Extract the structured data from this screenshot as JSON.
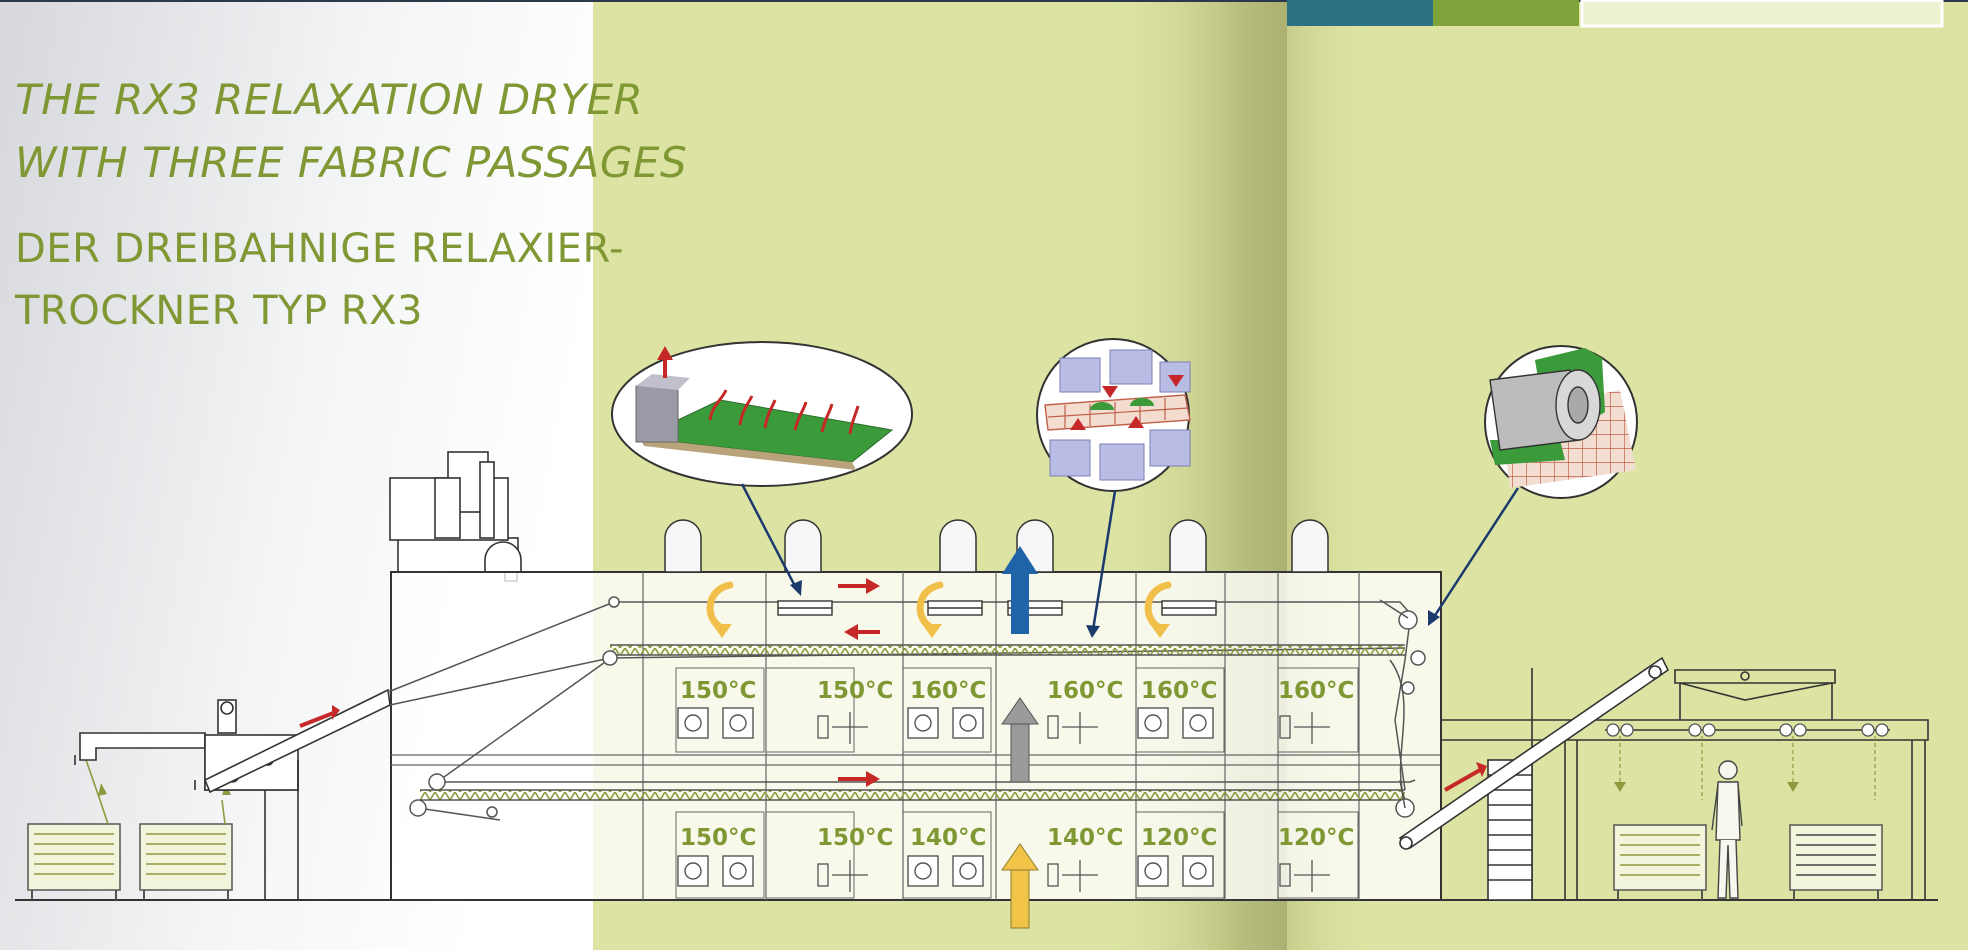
{
  "title_en": [
    "THE RX3 RELAXATION DRYER",
    "WITH THREE FABRIC PASSAGES"
  ],
  "title_de": [
    "DER DREIBAHNIGE RELAXIER-",
    "TROCKNER TYP RX3"
  ],
  "upper_zone_temps": [
    "150°C",
    "150°C",
    "160°C",
    "160°C",
    "160°C",
    "160°C"
  ],
  "lower_zone_temps": [
    "150°C",
    "150°C",
    "140°C",
    "140°C",
    "120°C",
    "120°C"
  ],
  "colors": {
    "title_green": "#7f9834",
    "page_green": "#dde4a3",
    "air_red": "#c62828",
    "exhaust_blue": "#1f63a8",
    "intake_yellow": "#f1c449",
    "circulation_yellow": "#f0c04a",
    "header_teal": "#2b7384",
    "header_green": "#7fa23b"
  }
}
